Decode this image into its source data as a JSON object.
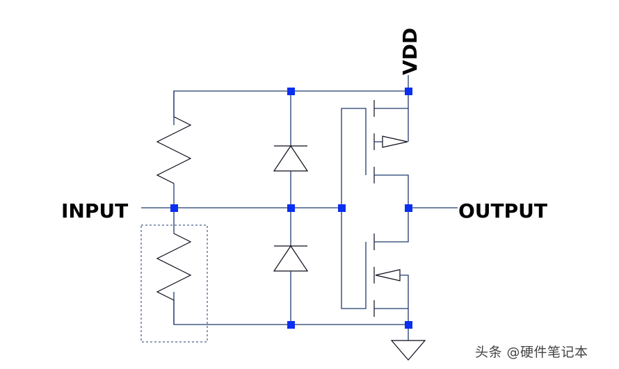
{
  "diagram": {
    "title": "CMOS input protection circuit with ESD diodes and inverter",
    "labels": {
      "input": "INPUT",
      "output": "OUTPUT",
      "supply": "VDD"
    },
    "components": [
      {
        "id": "R1",
        "type": "resistor",
        "description": "pull-up resistor between VDD rail and input node"
      },
      {
        "id": "R2",
        "type": "resistor",
        "description": "pull-down resistor between input node and ground rail (highlighted by dashed box)"
      },
      {
        "id": "D1",
        "type": "diode",
        "description": "clamp diode from input node to VDD"
      },
      {
        "id": "D2",
        "type": "diode",
        "description": "clamp diode from ground to input node"
      },
      {
        "id": "M1",
        "type": "pmos",
        "description": "PMOS transistor, source on VDD, drain on output"
      },
      {
        "id": "M2",
        "type": "nmos",
        "description": "NMOS transistor, source on ground, drain on output"
      },
      {
        "id": "GND",
        "type": "ground",
        "description": "ground symbol"
      }
    ],
    "colors": {
      "wire": "#1f3a6e",
      "junction": "#0a2ff0",
      "label": "#000000"
    }
  },
  "watermark": "头条 @硬件笔记本"
}
